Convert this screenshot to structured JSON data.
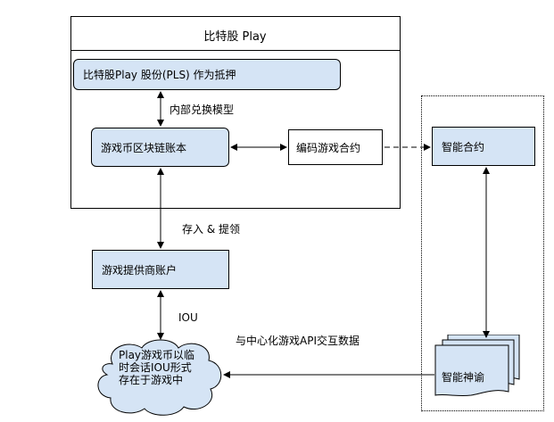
{
  "diagram": {
    "outer_title": "比特股 Play",
    "nodes": {
      "collateral": "比特股Play 股份(PLS) 作为抵押",
      "blockchain_account": "游戏币区块链账本",
      "encoded_contract": "编码游戏合约",
      "smart_contract": "智能合约",
      "provider_account": "游戏提供商账户",
      "cloud_text": "Play游戏币以临时会话IOU形式存在于游戏中",
      "oracle": "智能神谕"
    },
    "edge_labels": {
      "exchange_model": "内部兑换模型",
      "deposit_withdraw": "存入 & 提领",
      "iou": "IOU",
      "api_exchange": "与中心化游戏API交互数据"
    }
  }
}
